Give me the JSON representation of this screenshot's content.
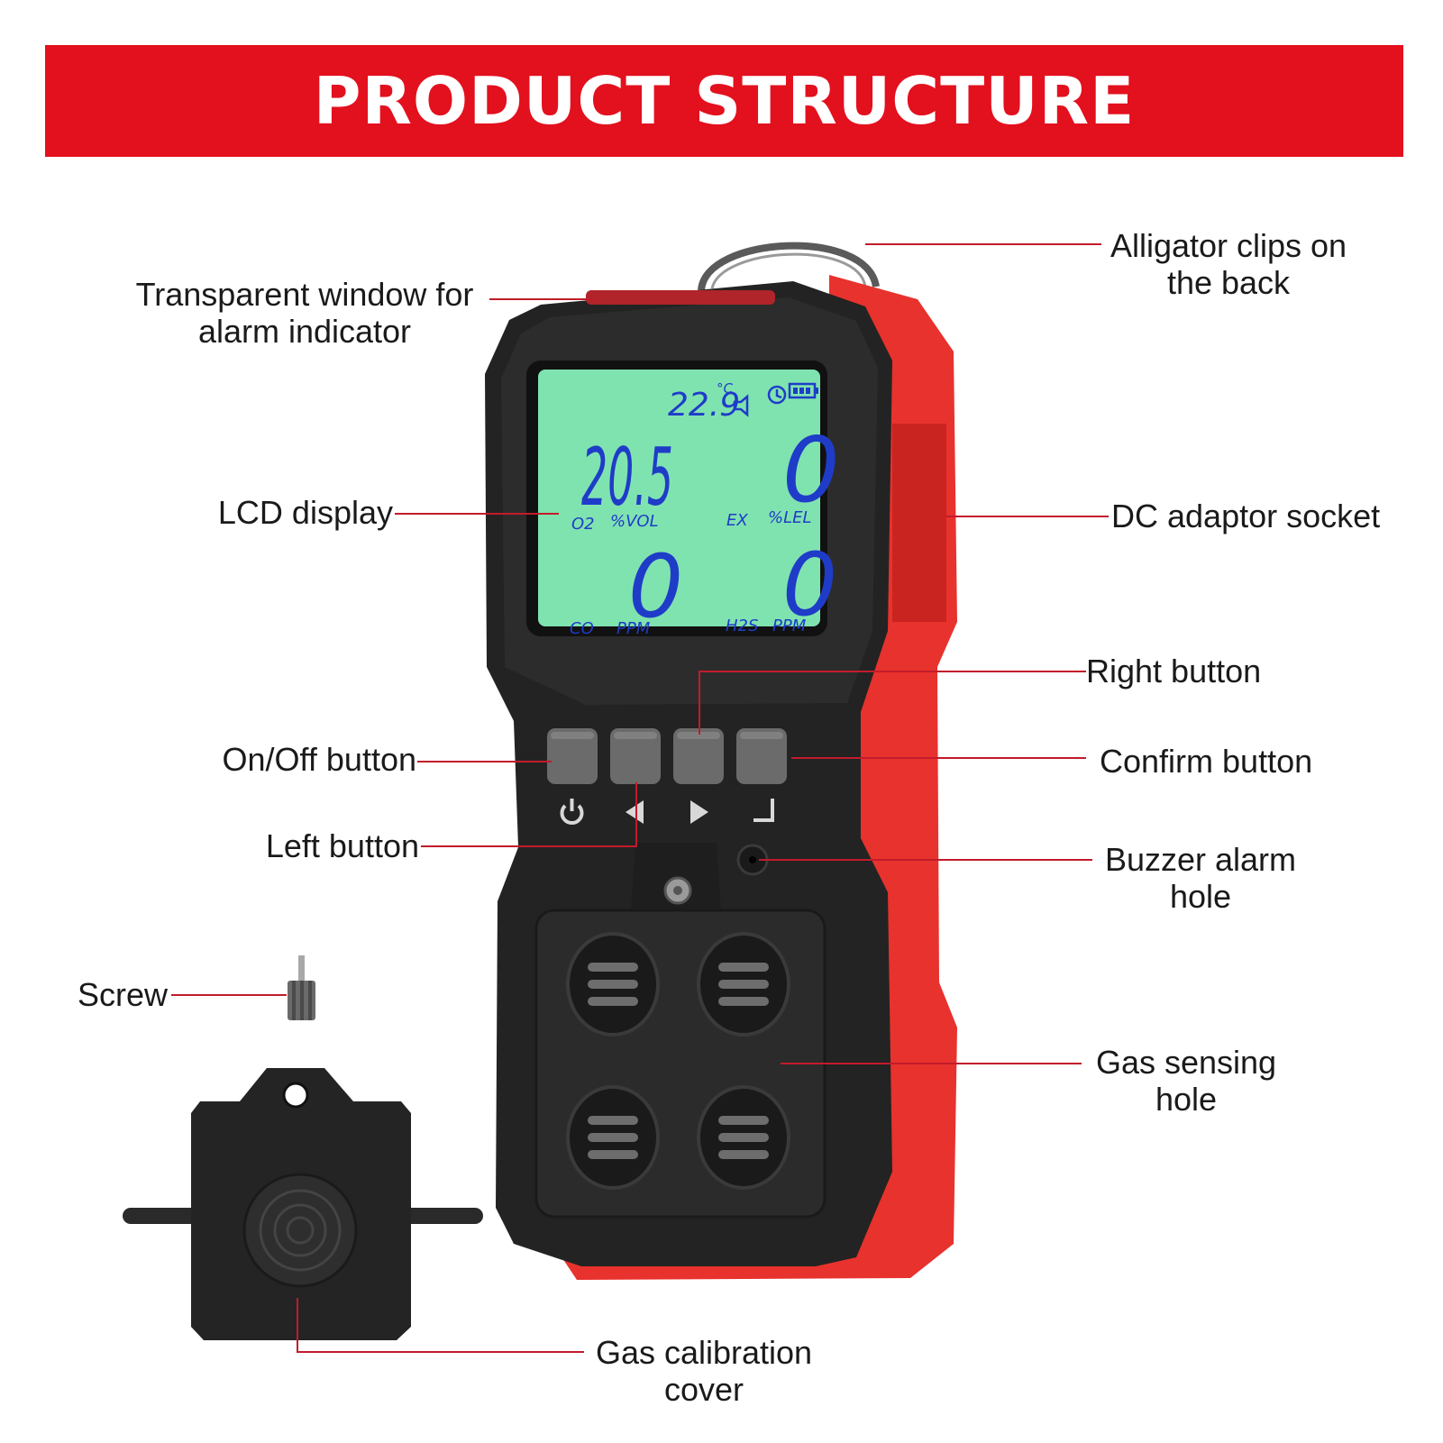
{
  "banner": {
    "title": "PRODUCT STRUCTURE"
  },
  "colors": {
    "banner_red": "#e3101e",
    "device_black": "#232323",
    "bumper_red": "#e8322d",
    "lcd_green": "#7fe3b0",
    "lcd_digits": "#1f3cc8",
    "leader_line": "#c21b2b"
  },
  "labels": {
    "alligator_clips": {
      "line1": "Alligator clips on",
      "line2": "the back"
    },
    "transparent_window": {
      "line1": "Transparent window for",
      "line2": "alarm indicator"
    },
    "lcd_display": "LCD display",
    "dc_adaptor": "DC adaptor socket",
    "right_button": "Right button",
    "onoff_button": "On/Off button",
    "confirm_button": "Confirm button",
    "left_button": "Left button",
    "buzzer": {
      "line1": "Buzzer alarm",
      "line2": "hole"
    },
    "screw": "Screw",
    "gas_sensing": {
      "line1": "Gas sensing",
      "line2": "hole"
    },
    "calibration": {
      "line1": "Gas calibration",
      "line2": "cover"
    }
  },
  "lcd": {
    "temperature": "22.9",
    "temp_unit": "°C",
    "o2_value": "20.5",
    "o2_name": "O2",
    "o2_unit": "%VOL",
    "ex_value": "0",
    "ex_name": "EX",
    "ex_unit": "%LEL",
    "co_value": "0",
    "co_name": "CO",
    "co_unit": "PPM",
    "h2s_value": "0",
    "h2s_name": "H2S",
    "h2s_unit": "PPM"
  },
  "icons": {
    "lcd": [
      "speaker-icon",
      "timer-icon",
      "battery-icon"
    ],
    "keypad": [
      "power-icon",
      "arrow-left-icon",
      "arrow-right-icon",
      "enter-icon"
    ]
  }
}
